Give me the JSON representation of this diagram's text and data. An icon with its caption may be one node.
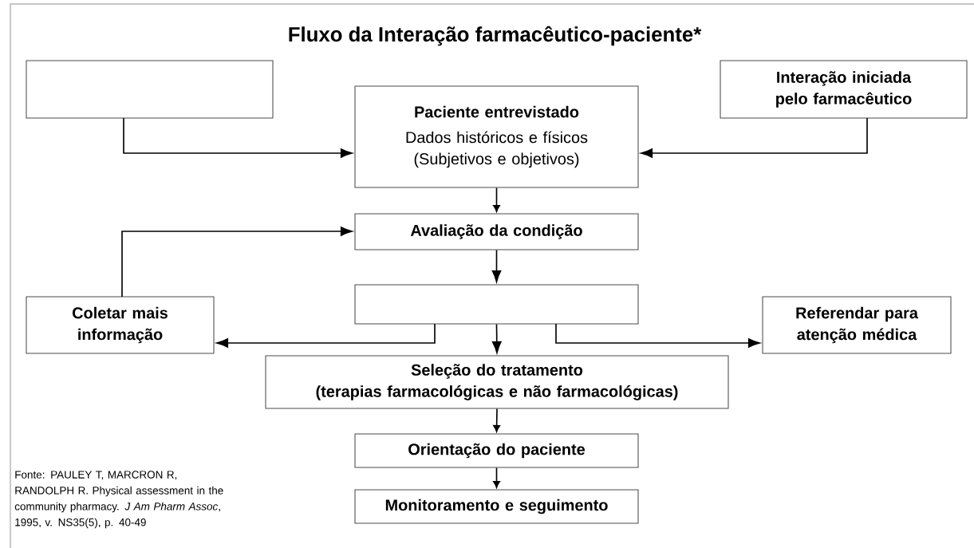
{
  "diagram": {
    "title": "Fluxo da Interação farmacêutico-paciente*",
    "nodes": [
      {
        "text": [],
        "shape": "box"
      },
      {
        "text": [
          "Paciente entrevistado",
          "Dados históricos e físicos (Subjetivos e objetivos)"
        ]
      },
      {
        "text": [
          "Interação iniciada pelo farmacêutico"
        ]
      },
      {
        "text": [
          "Avaliação da condição"
        ]
      },
      {
        "text": [],
        "shape": "box"
      },
      {
        "text": [
          "Coletar mais informação"
        ]
      },
      {
        "text": [
          "Referendar para atenção médica"
        ]
      },
      {
        "text": [
          "Seleção do tratamento",
          "(terapias farmacológicas e não farmacológicas)"
        ]
      },
      {
        "text": [
          "Orientação do paciente"
        ]
      },
      {
        "text": [
          "Monitoramento e seguimento"
        ]
      }
    ],
    "edges": [
      {
        "from": 0,
        "to": 1,
        "arrow": "to"
      },
      {
        "from": 2,
        "to": 1,
        "arrow": "to"
      },
      {
        "from": 1,
        "to": 3,
        "arrow": "to"
      },
      {
        "from": 5,
        "to": 3,
        "arrow": "to"
      },
      {
        "from": 3,
        "to": 4,
        "arrow": "to"
      },
      {
        "from": 4,
        "to": 5,
        "arrow": "to"
      },
      {
        "from": 4,
        "to": 7,
        "arrow": "to"
      },
      {
        "from": 4,
        "to": 6,
        "arrow": "to"
      },
      {
        "from": 7,
        "to": 8,
        "arrow": "to"
      },
      {
        "from": 8,
        "to": 9,
        "arrow": "to"
      }
    ],
    "labels": [
      "Fonte: PAULEY T, MARCRON R, RANDOLPH R. Physical assessment in the community pharmacy. *J Am Pharm Assoc*, 1995, v. NS35(5), p. 40-49"
    ]
  }
}
